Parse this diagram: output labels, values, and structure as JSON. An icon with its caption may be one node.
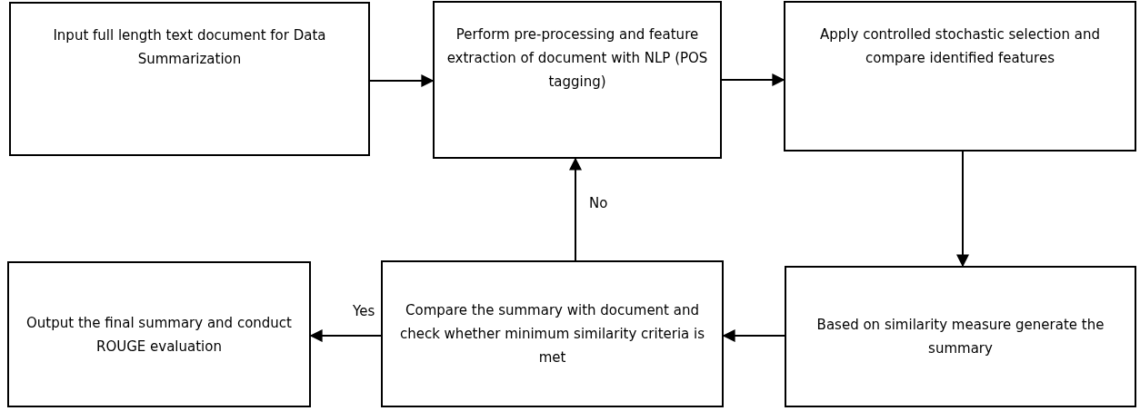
{
  "diagram": {
    "nodes": [
      {
        "text": [
          "Input full length text document for Data Summarization"
        ]
      },
      {
        "text": [
          "Perform pre-processing and feature extraction of document with NLP (POS tagging)"
        ]
      },
      {
        "text": [
          "Apply controlled stochastic selection and compare identified features"
        ]
      },
      {
        "text": [
          "Based on similarity measure generate the summary"
        ]
      },
      {
        "text": [
          "Compare the summary with document and check whether minimum similarity criteria is met"
        ]
      },
      {
        "text": [
          "Output the final summary and conduct ROUGE evaluation"
        ]
      }
    ],
    "edges": [
      {
        "from": 0,
        "to": 1,
        "arrow": "to"
      },
      {
        "from": 1,
        "to": 2,
        "arrow": "to"
      },
      {
        "from": 2,
        "to": 3,
        "arrow": "to"
      },
      {
        "from": 3,
        "to": 4,
        "arrow": "to"
      },
      {
        "from": 4,
        "to": 1,
        "arrow": "to",
        "label": "No"
      },
      {
        "from": 4,
        "to": 5,
        "arrow": "to",
        "label": "Yes"
      }
    ]
  }
}
